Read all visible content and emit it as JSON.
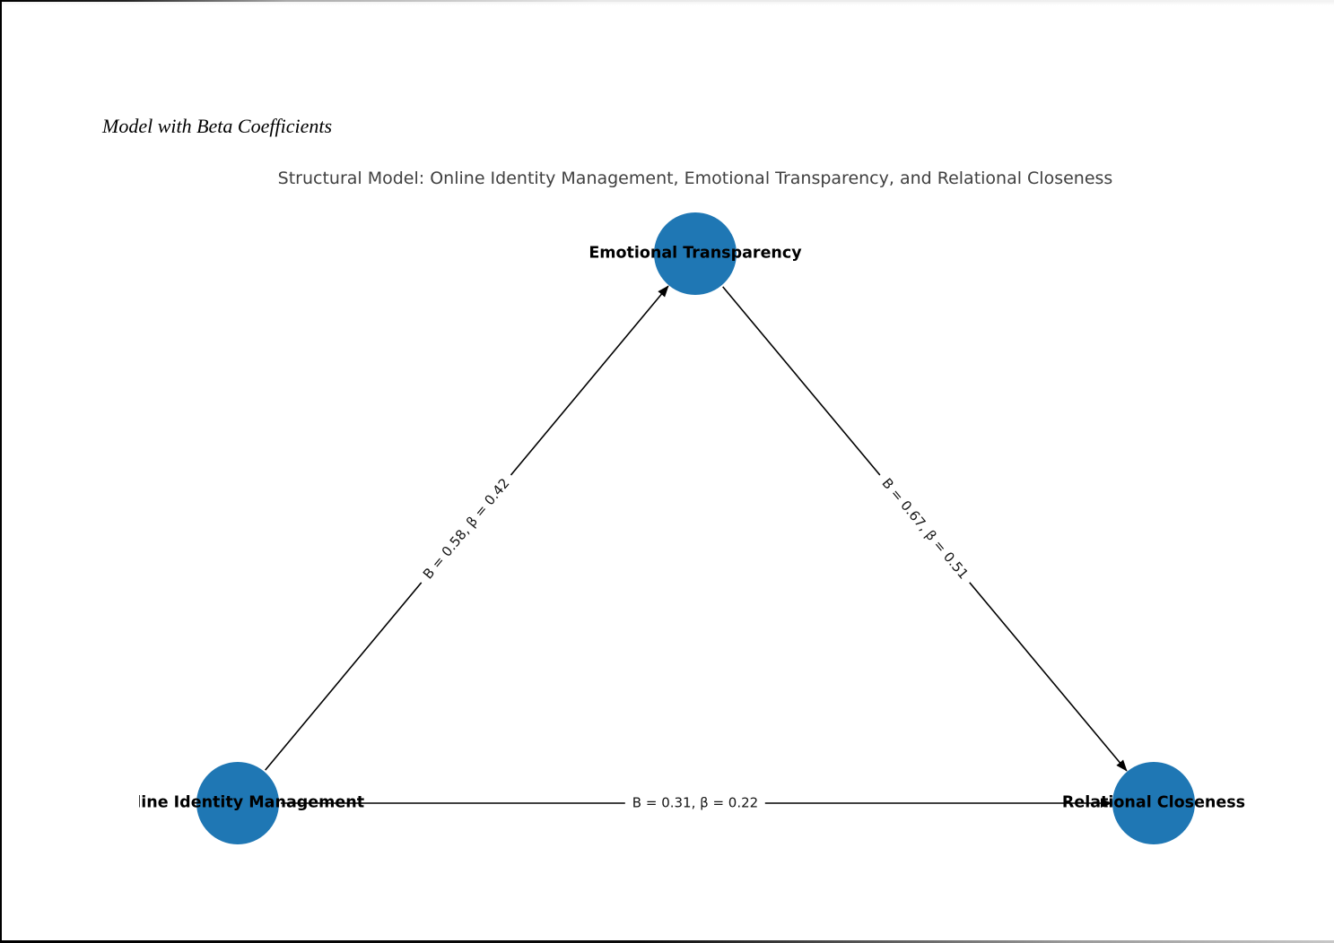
{
  "window": {
    "suptitle": "Model with Beta Coefficients"
  },
  "figure": {
    "type": "path-diagram",
    "title": "Structural Model: Online Identity Management, Emotional Transparency, and Relational Closeness",
    "node_color": "#1f77b4",
    "edge_color": "#000000",
    "nodes": [
      {
        "id": "online-identity-management",
        "label": "Online Identity Management"
      },
      {
        "id": "emotional-transparency",
        "label": "Emotional Transparency"
      },
      {
        "id": "relational-closeness",
        "label": "Relational Closeness"
      }
    ],
    "edges": [
      {
        "from": "Online Identity Management",
        "to": "Emotional Transparency",
        "B": 0.58,
        "beta": 0.42,
        "label": "B = 0.58, β = 0.42"
      },
      {
        "from": "Emotional Transparency",
        "to": "Relational Closeness",
        "B": 0.67,
        "beta": 0.51,
        "label": "B = 0.67, β = 0.51"
      },
      {
        "from": "Online Identity Management",
        "to": "Relational Closeness",
        "B": 0.31,
        "beta": 0.22,
        "label": "B = 0.31, β = 0.22"
      }
    ]
  }
}
